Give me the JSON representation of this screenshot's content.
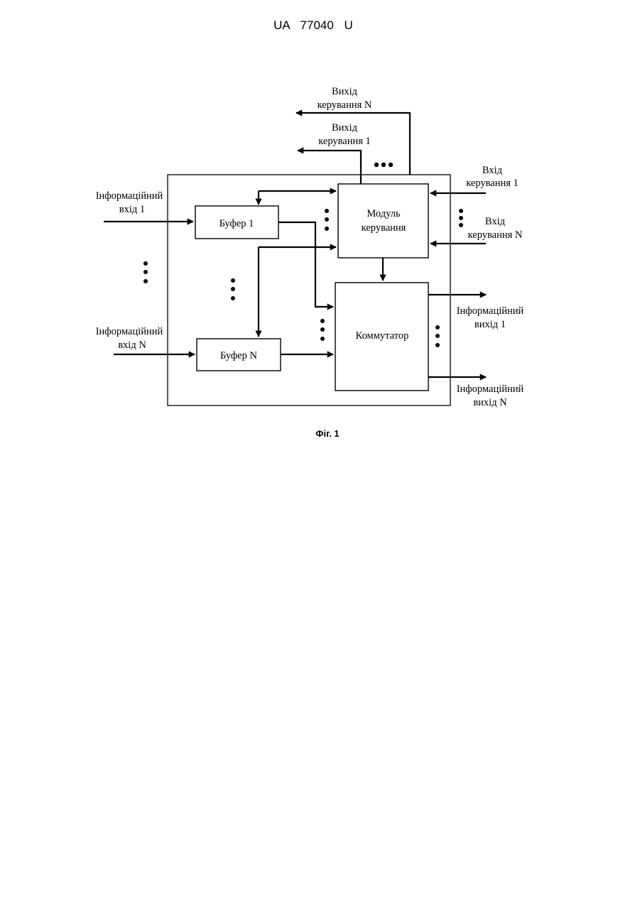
{
  "header": {
    "doc_number": "UA   77040   U"
  },
  "figure": {
    "caption": "Фіг. 1"
  },
  "blocks": {
    "buffer_1": "Буфер 1",
    "buffer_n": "Буфер N",
    "control_module_line1": "Модуль",
    "control_module_line2": "керування",
    "switch": "Коммутатор"
  },
  "labels": {
    "control_output_n": [
      "Вихід",
      "керування N"
    ],
    "control_output_1": [
      "Вихід",
      "керування 1"
    ],
    "control_input_1": [
      "Вхід",
      "керування 1"
    ],
    "control_input_n": [
      "Вхід",
      "керування N"
    ],
    "info_input_1": [
      "Інформаційний",
      "вхід 1"
    ],
    "info_input_n": [
      "Інформаційний",
      "вхід N"
    ],
    "info_output_1": [
      "Інформаційний",
      "вихід 1"
    ],
    "info_output_n": [
      "Інформаційний",
      "вихід N"
    ]
  }
}
